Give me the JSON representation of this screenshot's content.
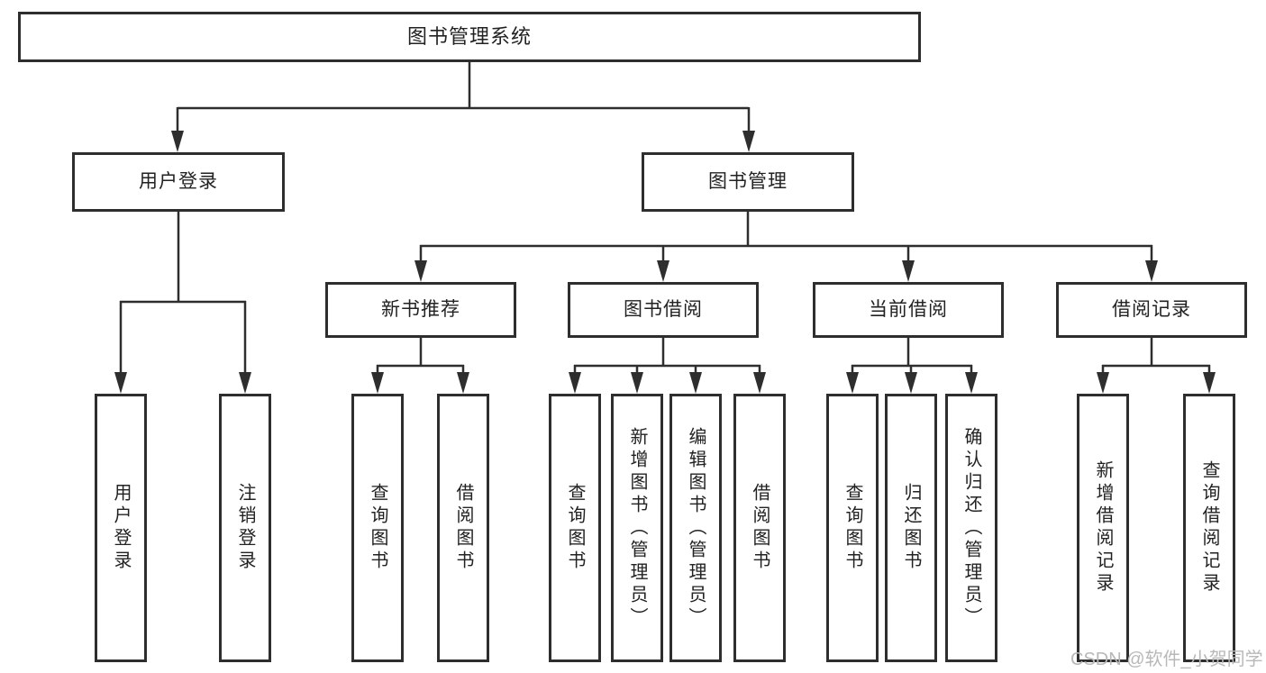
{
  "watermark": "CSDN @软件_小贺同学",
  "colors": {
    "line": "#2e2e2e",
    "box_border": "#2e2e2e",
    "text": "#222222",
    "watermark": "#b8b8b8",
    "background": "#ffffff"
  },
  "tree": {
    "root": {
      "label": "图书管理系统",
      "children": [
        {
          "label": "用户登录",
          "children": [
            {
              "label": "用户登录"
            },
            {
              "label": "注销登录"
            }
          ]
        },
        {
          "label": "图书管理",
          "children": [
            {
              "label": "新书推荐",
              "children": [
                {
                  "label": "查询图书"
                },
                {
                  "label": "借阅图书"
                }
              ]
            },
            {
              "label": "图书借阅",
              "children": [
                {
                  "label": "查询图书"
                },
                {
                  "label": "新增图书（管理员）"
                },
                {
                  "label": "编辑图书（管理员）"
                },
                {
                  "label": "借阅图书"
                }
              ]
            },
            {
              "label": "当前借阅",
              "children": [
                {
                  "label": "查询图书"
                },
                {
                  "label": "归还图书"
                },
                {
                  "label": "确认归还（管理员）"
                }
              ]
            },
            {
              "label": "借阅记录",
              "children": [
                {
                  "label": "新增借阅记录"
                },
                {
                  "label": "查询借阅记录"
                }
              ]
            }
          ]
        }
      ]
    }
  }
}
